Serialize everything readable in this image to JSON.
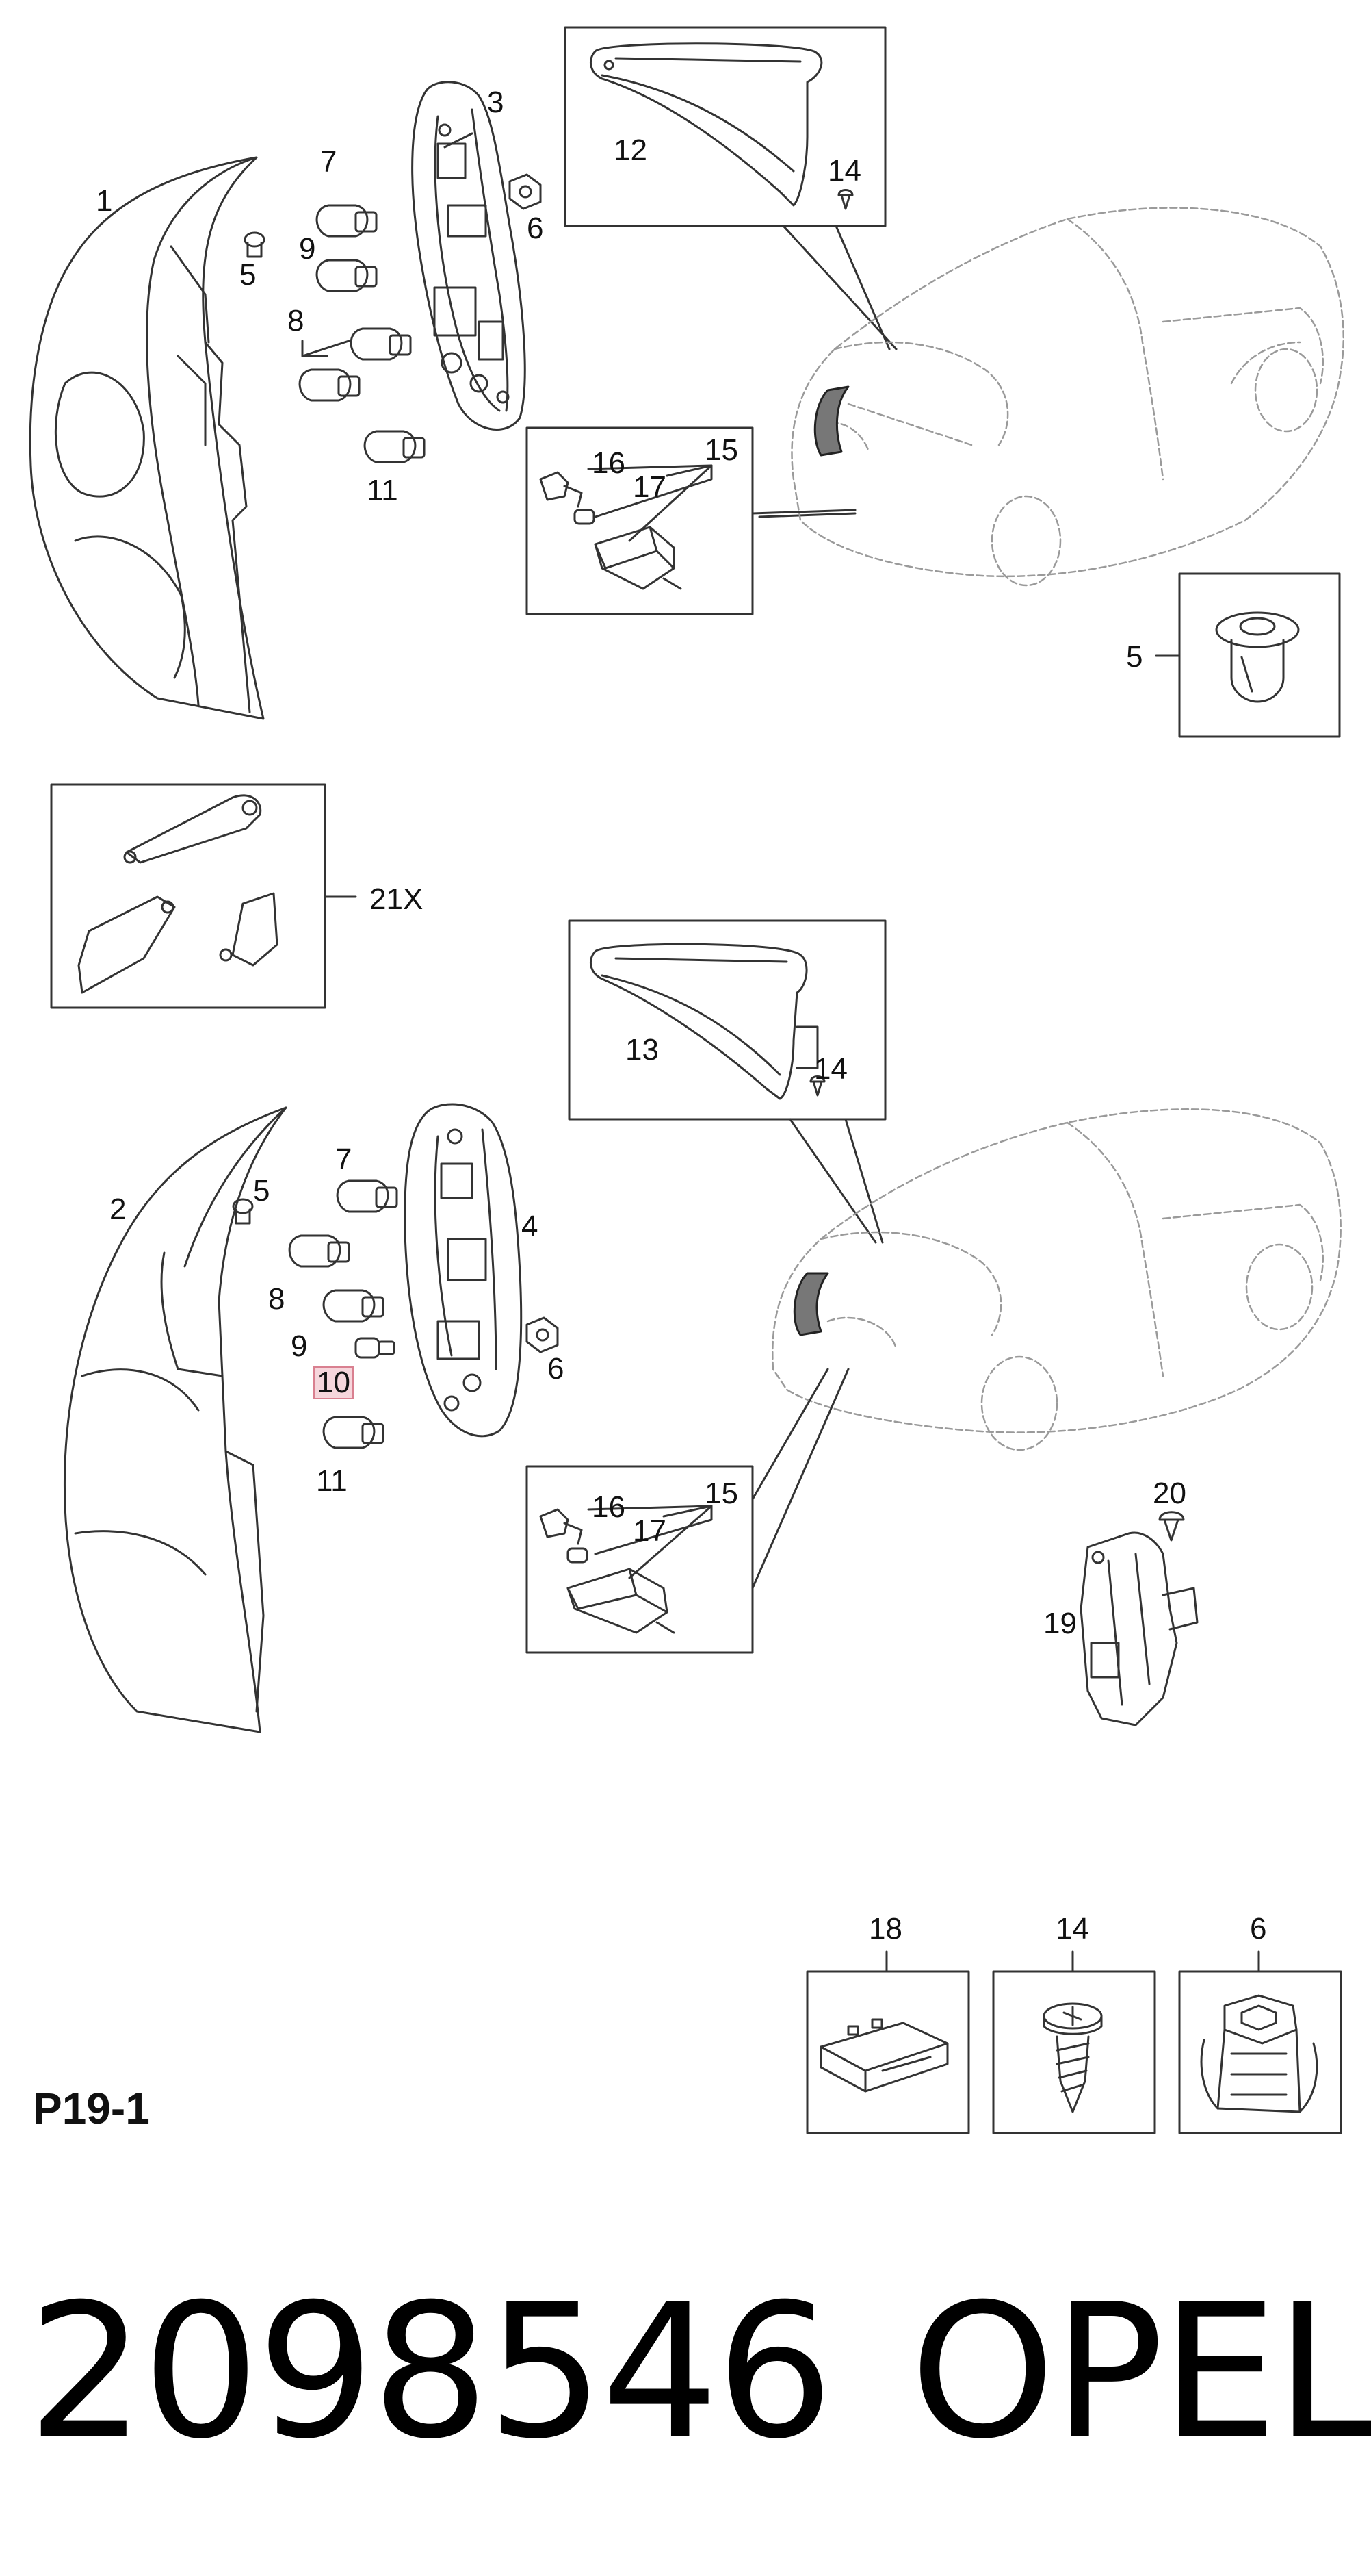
{
  "labels": {
    "l1": "1",
    "l2": "2",
    "l3": "3",
    "l4": "4",
    "l5a": "5",
    "l5b": "5",
    "l5c": "5",
    "l6a": "6",
    "l6b": "6",
    "l6c": "6",
    "l7a": "7",
    "l7b": "7",
    "l8a": "8",
    "l8b": "8",
    "l9a": "9",
    "l9b": "9",
    "l10": "10",
    "l11a": "11",
    "l11b": "11",
    "l12": "12",
    "l13": "13",
    "l14a": "14",
    "l14b": "14",
    "l14c": "14",
    "l15a": "15",
    "l15b": "15",
    "l16a": "16",
    "l16b": "16",
    "l17a": "17",
    "l17b": "17",
    "l18": "18",
    "l19": "19",
    "l20": "20",
    "l21x": "21X"
  },
  "page_code": "P19-1",
  "part_number": "2098546",
  "brand": "OPEL",
  "highlighted_callout": "10",
  "colors": {
    "line": "#333333",
    "car": "#9a9a9a",
    "highlight": "#f6d6dc"
  }
}
